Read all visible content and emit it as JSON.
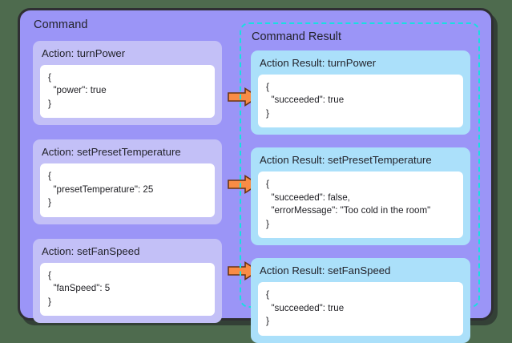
{
  "colors": {
    "page_background": "#4e6b4e",
    "command_background": "#9b95f7",
    "command_border": "#2f2f33",
    "action_card": "#c3c0f7",
    "result_card": "#abe0fa",
    "result_border_dashed": "#16e0e0",
    "json_panel": "#ffffff",
    "arrow_fill": "#f98c46",
    "arrow_stroke": "#6b3410",
    "text": "#23232b"
  },
  "command": {
    "title": "Command",
    "actions": [
      {
        "title": "Action: turnPower",
        "json": "{\n  \"power\": true\n}"
      },
      {
        "title": "Action: setPresetTemperature",
        "json": "{\n  \"presetTemperature\": 25\n}"
      },
      {
        "title": "Action: setFanSpeed",
        "json": "{\n  \"fanSpeed\": 5\n}"
      }
    ]
  },
  "command_result": {
    "title": "Command Result",
    "results": [
      {
        "title": "Action Result: turnPower",
        "json": "{\n  \"succeeded\": true\n}"
      },
      {
        "title": "Action Result: setPresetTemperature",
        "json": "{\n  \"succeeded\": false,\n  \"errorMessage\": \"Too cold in the room\"\n}"
      },
      {
        "title": "Action Result: setFanSpeed",
        "json": "{\n  \"succeeded\": true\n}"
      }
    ]
  },
  "arrows": [
    {
      "name": "arrow-turnpower"
    },
    {
      "name": "arrow-setpresettemperature"
    },
    {
      "name": "arrow-setfanspeed"
    }
  ]
}
